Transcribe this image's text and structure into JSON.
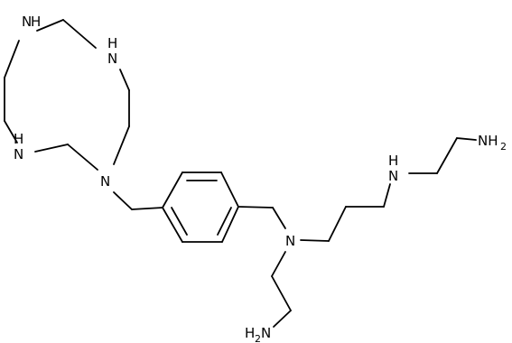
{
  "molecule": {
    "labels": {
      "ring_nh_top_left": "N",
      "ring_nh_top_left_h": "H",
      "ring_nh_top_right": "N",
      "ring_nh_top_right_h": "H",
      "ring_nh_bottom_left": "N",
      "ring_nh_bottom_left_h": "H",
      "ring_n_tertiary": "N",
      "chain_n_tertiary": "N",
      "chain_nh": "N",
      "chain_nh_h": "H",
      "amine_right_text": "NH",
      "amine_right_sub": "2",
      "amine_left_prefix": "H",
      "amine_left_sub": "2",
      "amine_left_n": "N"
    }
  }
}
